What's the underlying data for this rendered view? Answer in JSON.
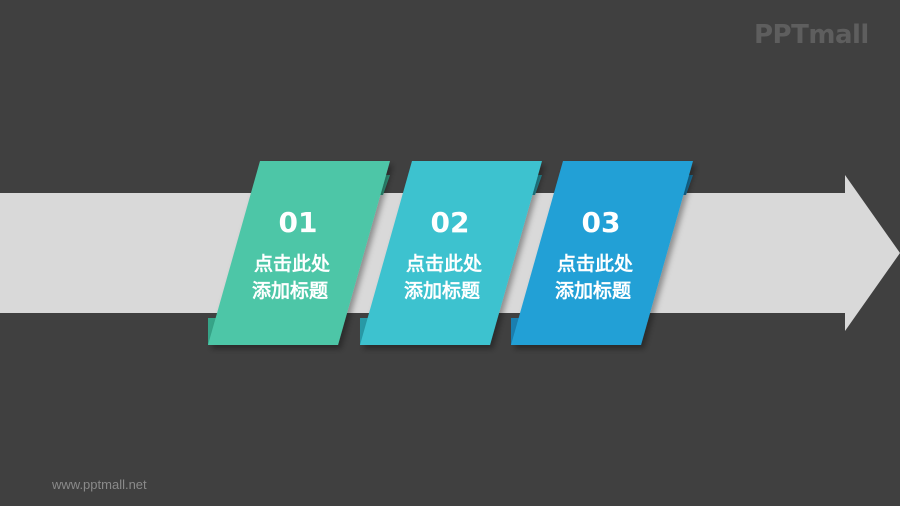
{
  "brand": {
    "logo": "PPTmall",
    "website": "www.pptmall.net"
  },
  "cards": [
    {
      "number": "01",
      "title_line1": "点击此处",
      "title_line2": "添加标题",
      "color": "#4ec6a7",
      "fold_color": "#36a488"
    },
    {
      "number": "02",
      "title_line1": "点击此处",
      "title_line2": "添加标题",
      "color": "#3cc2cf",
      "fold_color": "#2899a6"
    },
    {
      "number": "03",
      "title_line1": "点击此处",
      "title_line2": "添加标题",
      "color": "#22a0d6",
      "fold_color": "#1a7fb0"
    }
  ],
  "colors": {
    "background": "#404040",
    "arrow": "#d9d9d9",
    "text": "#ffffff"
  }
}
